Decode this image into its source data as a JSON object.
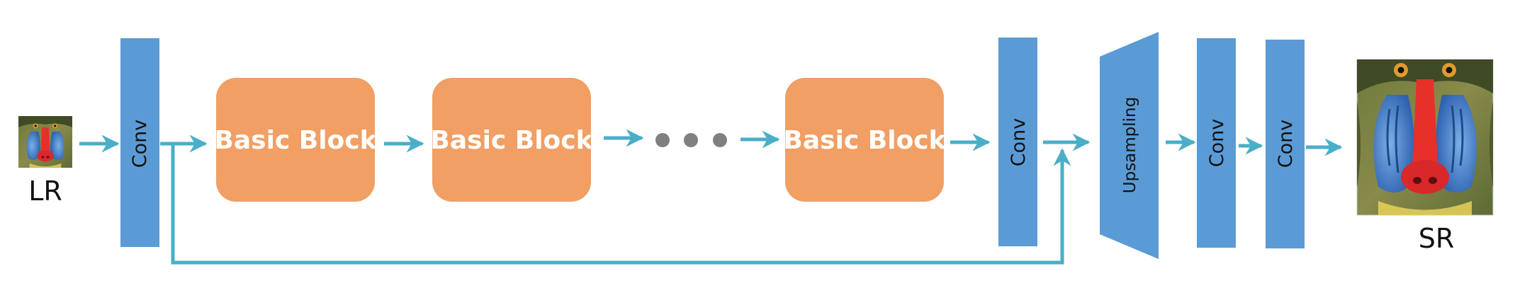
{
  "diagram": {
    "input_label": "LR",
    "output_label": "SR",
    "conv_label": "Conv",
    "block_label": "Basic Block",
    "upsampling_label": "Upsampling",
    "colors": {
      "conv": "#5b9bd5",
      "block": "#f19f64",
      "arrow": "#4aaec8",
      "dots": "#808080",
      "text": "#111111"
    },
    "icons": [
      "mandrill-image-lr",
      "mandrill-image-sr"
    ]
  }
}
